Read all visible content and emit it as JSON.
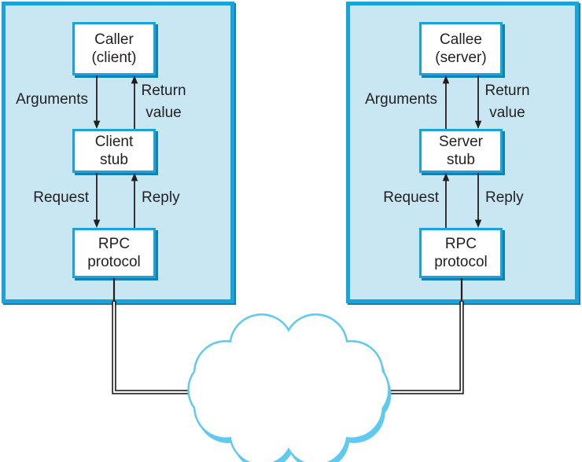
{
  "colors": {
    "panel_fill": "#c8e7f3",
    "panel_border": "#19a3dc",
    "bevel": "#1180b2",
    "box_fill": "#ffffff",
    "cloud_outline": "#5fc9f0",
    "ink": "#231f20",
    "line": "#231f20"
  },
  "client_panel": {
    "caller_box_label": "Caller\n(client)",
    "stub_box_label": "Client\nstub",
    "rpc_box_label": "RPC\nprotocol",
    "arguments_label": "Arguments",
    "return_value_label": "Return\nvalue",
    "request_label": "Request",
    "reply_label": "Reply"
  },
  "server_panel": {
    "callee_box_label": "Callee\n(server)",
    "stub_box_label": "Server\nstub",
    "rpc_box_label": "RPC\nprotocol",
    "arguments_label": "Arguments",
    "return_value_label": "Return\nvalue",
    "request_label": "Request",
    "reply_label": "Reply"
  }
}
